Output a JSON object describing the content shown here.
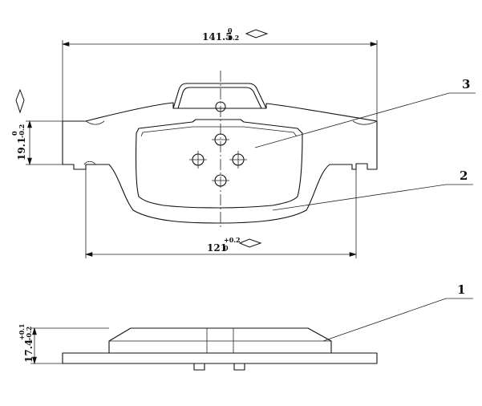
{
  "dimensions": {
    "overall_width": {
      "value": "141.5",
      "upper": "0",
      "lower": "-0.2"
    },
    "inner_width": {
      "value": "121",
      "upper": "+0.2",
      "lower": "0"
    },
    "pad_height": {
      "value": "19.1",
      "upper": "0",
      "lower": "-0.2"
    },
    "thickness": {
      "value": "17.4",
      "upper": "+0.1",
      "lower": "-0.2"
    }
  },
  "callouts": {
    "c1": "1",
    "c2": "2",
    "c3": "3"
  }
}
